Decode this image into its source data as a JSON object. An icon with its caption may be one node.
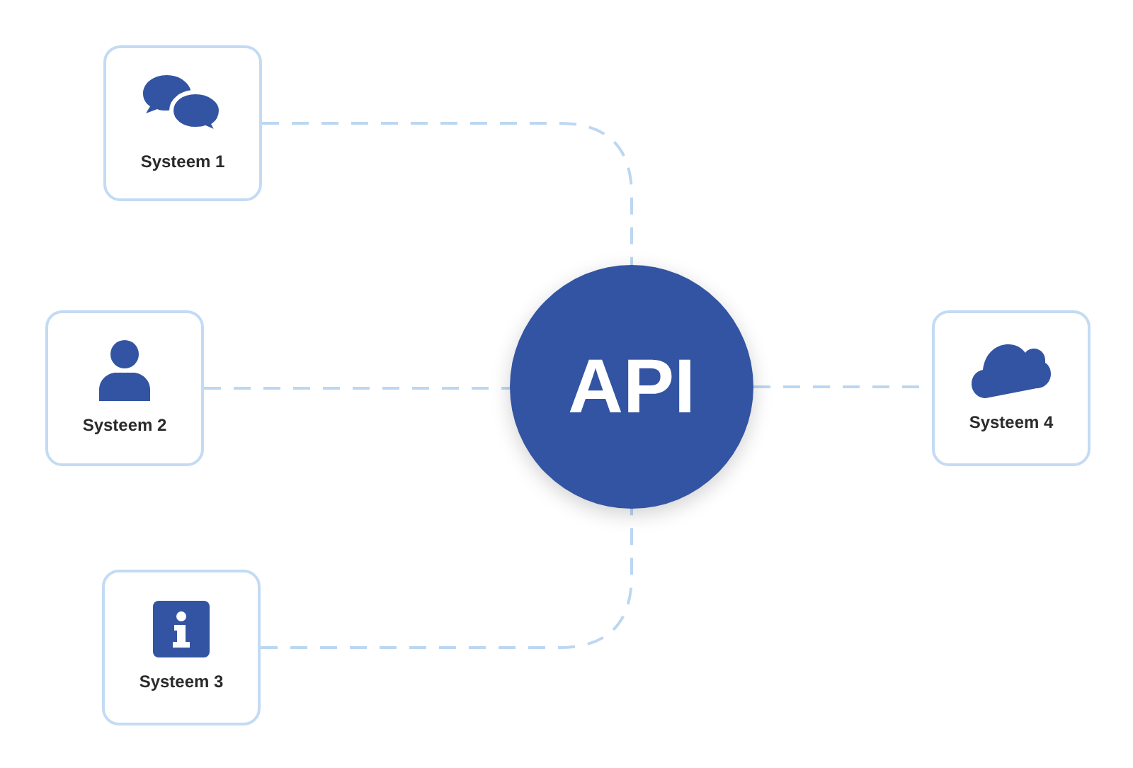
{
  "diagram": {
    "nodes": [
      {
        "text": [
          "Systeem 1"
        ]
      },
      {
        "text": [
          "Systeem 2"
        ]
      },
      {
        "text": [
          "API"
        ]
      },
      {
        "text": [
          "Systeem 3"
        ]
      },
      {
        "text": [
          "Systeem 4"
        ]
      }
    ],
    "edges": [
      {
        "from": 0,
        "to": 2,
        "arrow": "none",
        "style": "dashed"
      },
      {
        "from": 1,
        "to": 2,
        "arrow": "none",
        "style": "dashed"
      },
      {
        "from": 3,
        "to": 2,
        "arrow": "none",
        "style": "dashed"
      },
      {
        "from": 2,
        "to": 4,
        "arrow": "none",
        "style": "dashed"
      }
    ]
  }
}
